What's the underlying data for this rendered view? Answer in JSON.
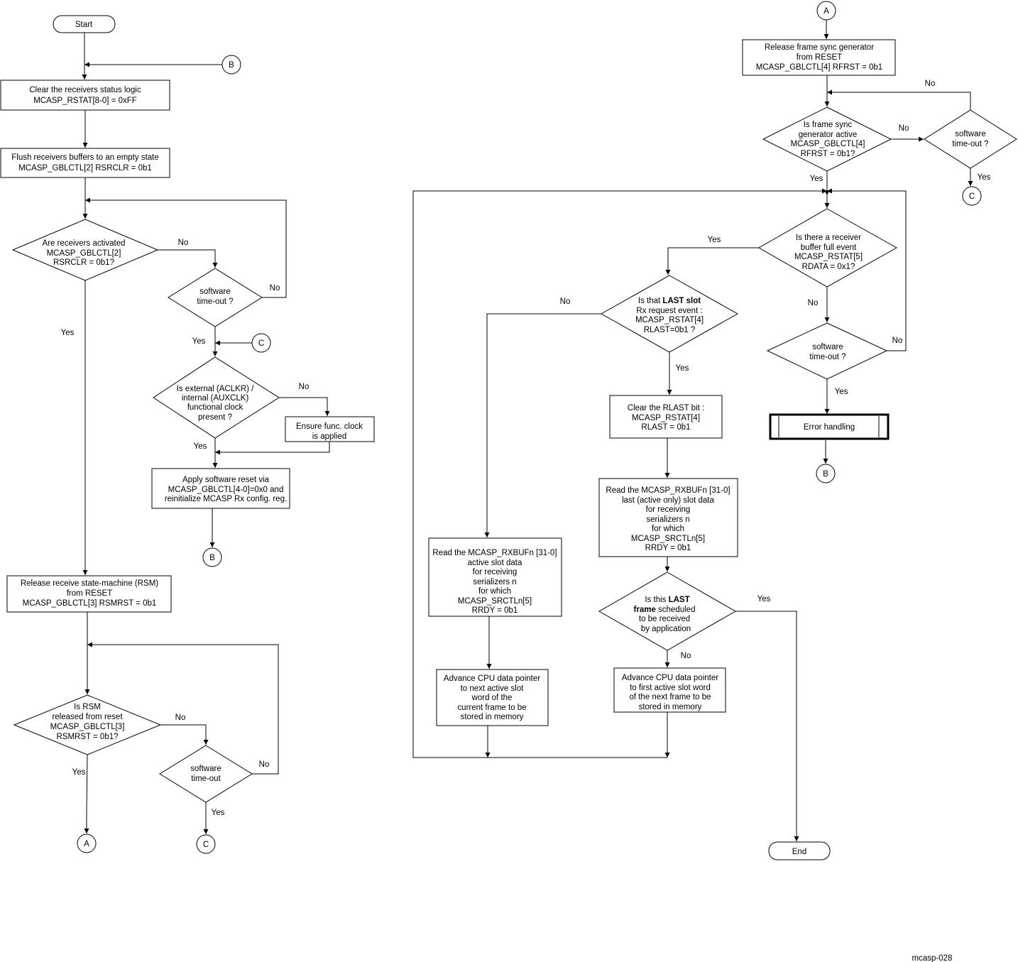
{
  "start": "Start",
  "end": "End",
  "connectors": {
    "a": "A",
    "b": "B",
    "c": "C"
  },
  "left": {
    "clear_status": [
      "Clear the receivers status logic",
      "MCASP_RSTAT[8-0]  = 0xFF"
    ],
    "flush": [
      "Flush receivers  buffers to an empty state",
      "MCASP_GBLCTL[2] RSRCLR = 0b1"
    ],
    "receivers_activated": [
      "Are receivers activated",
      "MCASP_GBLCTL[2]",
      "RSRCLR = 0b1?"
    ],
    "timeout_1": [
      "software",
      "time-out ?"
    ],
    "clock_present": [
      "Is  external (ACLKR) /",
      "internal (AUXCLK)",
      "functional clock",
      "present ?"
    ],
    "ensure_clock": [
      "Ensure func. clock",
      "is applied"
    ],
    "sw_reset": [
      "Apply software reset via",
      "MCASP_GBLCTL[4-0]=0x0 and",
      "reinitialize MCASP Rx config. reg."
    ],
    "release_rsm": [
      "Release receive  state-machine (RSM)",
      "from RESET",
      "MCASP_GBLCTL[3] RSMRST = 0b1"
    ],
    "rsm_released": [
      "Is RSM",
      "released from reset",
      "MCASP_GBLCTL[3]",
      "RSMRST = 0b1?"
    ],
    "timeout_2": [
      "software",
      "time-out"
    ]
  },
  "right": {
    "release_fsg": [
      "Release frame sync generator",
      "from RESET",
      "MCASP_GBLCTL[4] RFRST = 0b1"
    ],
    "fsg_active": [
      "Is frame sync",
      "generator active",
      "MCASP_GBLCTL[4]",
      "RFRST = 0b1?"
    ],
    "timeout_3": [
      "software",
      "time-out ?"
    ],
    "buffer_full": [
      "Is there a receiver",
      "buffer full event",
      "MCASP_RSTAT[5]",
      "RDATA = 0x1?"
    ],
    "timeout_4": [
      "software",
      "time-out ?"
    ],
    "error_handling": "Error handling",
    "last_slot": [
      "Is that ",
      "LAST slot",
      "Rx request event :",
      "MCASP_RSTAT[4]",
      "RLAST=0b1  ?"
    ],
    "clear_rlast": [
      "Clear the RLAST bit :",
      "MCASP_RSTAT[4]",
      "RLAST = 0b1"
    ],
    "read_last": [
      "Read the   MCASP_RXBUFn [31-0]",
      "last  (active only)  slot  data",
      "for receiving",
      "serializers n",
      "for which",
      "MCASP_SRCTLn[5]",
      "RRDY = 0b1"
    ],
    "read_active": [
      "Read the MCASP_RXBUFn [31-0]",
      "active slot  data",
      "for receiving",
      "serializers n",
      "for which",
      "MCASP_SRCTLn[5]",
      "RRDY = 0b1"
    ],
    "advance_next": [
      "Advance CPU data pointer",
      "to next  active slot",
      "word of the",
      "current frame to be",
      "stored in memory"
    ],
    "last_frame": [
      "Is this ",
      "LAST",
      "frame",
      " scheduled",
      "to be received",
      "by application"
    ],
    "advance_first": [
      "Advance CPU data pointer",
      "to first active slot word",
      "of the next frame to be",
      "stored in memory"
    ]
  },
  "branches": {
    "yes": "Yes",
    "no": "No"
  },
  "figure_id": "mcasp-028"
}
